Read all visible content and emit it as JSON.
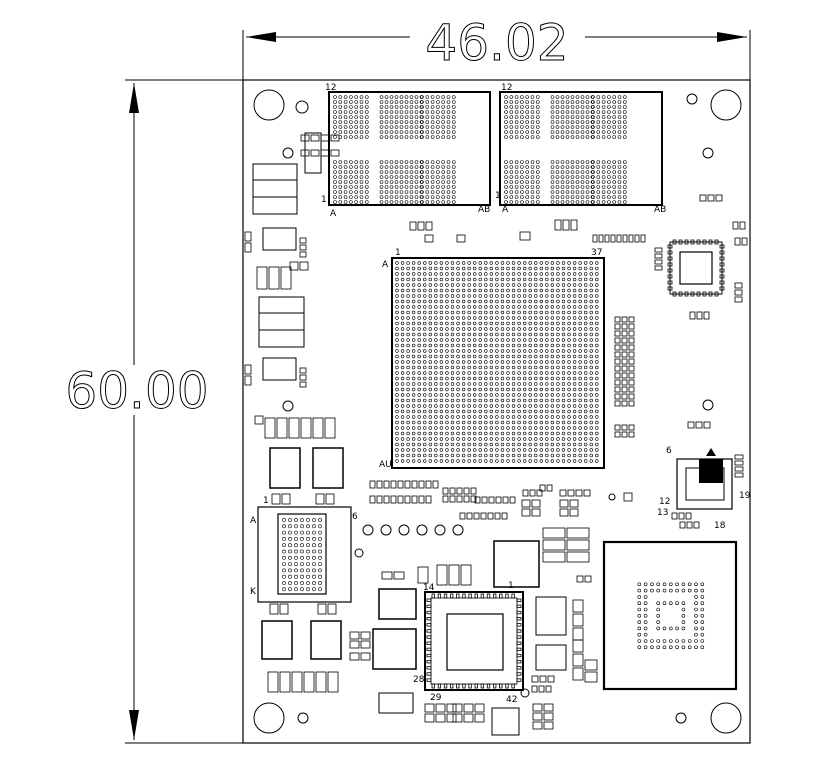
{
  "dimensions": {
    "width_label": "46.02",
    "height_label": "60.00"
  },
  "ddr_left": {
    "corner_top": "12",
    "corner_side": "1",
    "row_start": "A",
    "row_end": "AB"
  },
  "ddr_right": {
    "corner_top": "12",
    "corner_side": "1",
    "row_start": "A",
    "row_end": "AB"
  },
  "fpga": {
    "col_start": "1",
    "col_end": "37",
    "row_start": "A",
    "row_end": "AU"
  },
  "flash_bga": {
    "col_start": "1",
    "col_end": "6",
    "row_start": "A",
    "row_end": "K"
  },
  "qfn_main": {
    "pin_tl": "14",
    "pin_tr": "1",
    "pin_bl": "28",
    "pin_b1": "29",
    "pin_b2": "42"
  },
  "qfn_right": {
    "pin_a": "6",
    "pin_b": "12",
    "pin_c": "13",
    "pin_d": "18",
    "pin_e": "19"
  },
  "colors": {
    "line": "#000000",
    "background": "#ffffff"
  }
}
